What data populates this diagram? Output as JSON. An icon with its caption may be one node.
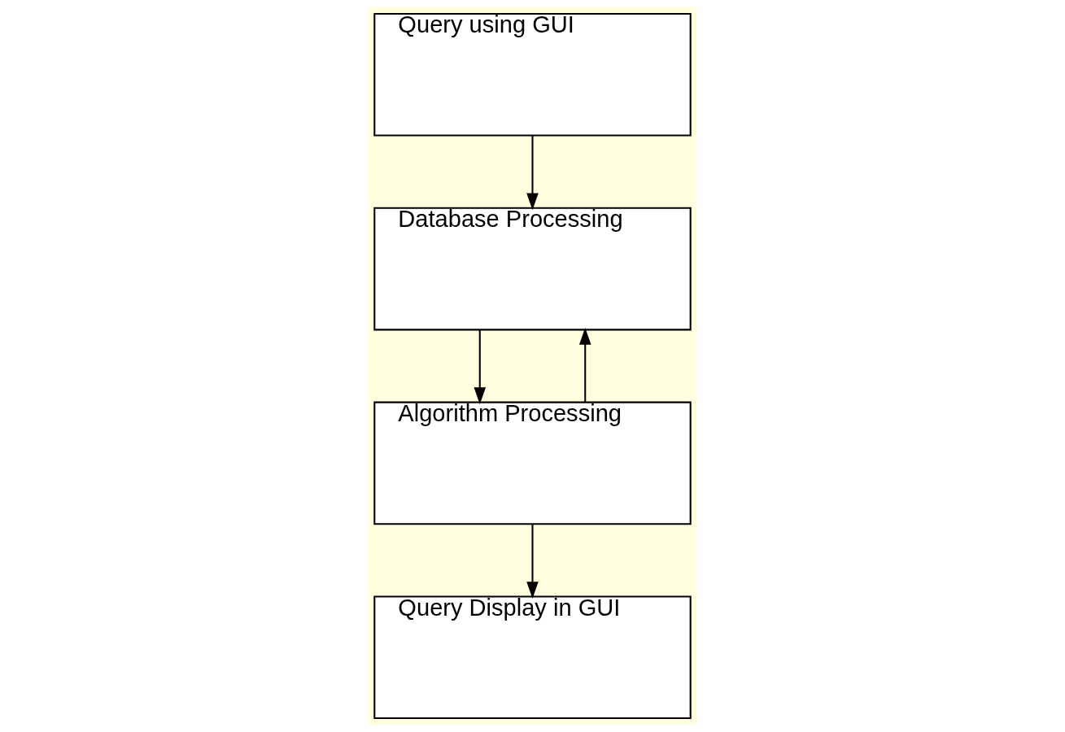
{
  "diagram": {
    "nodes": [
      {
        "text": [
          "Query using GUI"
        ]
      },
      {
        "text": [
          "Database Processing"
        ]
      },
      {
        "text": [
          "Algorithm Processing"
        ]
      },
      {
        "text": [
          "Query Display in GUI"
        ]
      }
    ],
    "edges": [
      {
        "from": 0,
        "to": 1,
        "arrow": "to"
      },
      {
        "from": 1,
        "to": 2,
        "arrow": "to"
      },
      {
        "from": 2,
        "to": 1,
        "arrow": "to"
      },
      {
        "from": 2,
        "to": 3,
        "arrow": "to"
      }
    ]
  }
}
